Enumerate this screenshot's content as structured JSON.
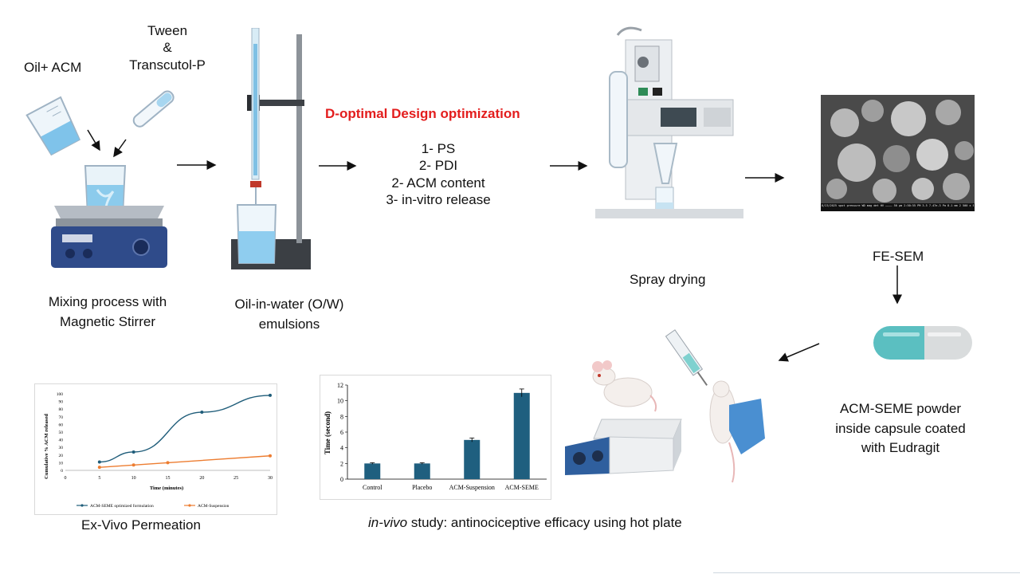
{
  "labels": {
    "oil_acm": "Oil+ ACM",
    "tween": "Tween",
    "amp": "&",
    "transcutol": "Transcutol-P",
    "mixing1": "Mixing process with",
    "mixing2": "Magnetic Stirrer",
    "emulsion1": "Oil-in-water (O/W)",
    "emulsion2": "emulsions",
    "doptimal": "D-optimal Design optimization",
    "resp1": "1- PS",
    "resp2": "2- PDI",
    "resp3": "2- ACM content",
    "resp4": "3- in-vitro release",
    "spray": "Spray drying",
    "fesem": "FE-SEM",
    "capsule1": "ACM-SEME powder",
    "capsule2": "inside capsule coated",
    "capsule3": "with Eudragit",
    "exvivo": "Ex-Vivo Permeation",
    "invivo_italic": "in-vivo",
    "invivo_rest": " study: antinociceptive efficacy  using hot plate",
    "sem_caption": "8/23/2025  spot  pressure  WD  mag  det  HV  ———— 50 μm   2:50:55 PM 3.5  7.47e-3 Pa 8.1 mm 2 500 x ETD 30.00 kV  Inspect F50-FEI Company"
  },
  "colors": {
    "accent_red": "#e31d1d",
    "series_blue": "#1f5d7a",
    "series_orange": "#ed7d31",
    "bar_fill": "#1f5f7f",
    "capsule_teal": "#5bbfc1",
    "capsule_gray": "#d9dcdd"
  },
  "chart_data": [
    {
      "type": "line",
      "xlabel": "Time (minutes)",
      "ylabel": "Cumulative % ACM released",
      "xlim": [
        0,
        30
      ],
      "ylim": [
        0,
        100
      ],
      "xticks": [
        0,
        5,
        10,
        15,
        20,
        25,
        30
      ],
      "yticks": [
        0,
        10,
        20,
        30,
        40,
        50,
        60,
        70,
        80,
        90,
        100
      ],
      "legend": "bottom",
      "series": [
        {
          "name": "ACM-SEME optimized formulation",
          "x": [
            5,
            10,
            20,
            30
          ],
          "y": [
            11,
            24,
            76,
            98
          ],
          "color": "#1f5d7a"
        },
        {
          "name": "ACM-Suspension",
          "x": [
            5,
            10,
            15,
            30
          ],
          "y": [
            4,
            7,
            10,
            19
          ],
          "color": "#ed7d31"
        }
      ]
    },
    {
      "type": "bar",
      "ylabel": "Time (second)",
      "ylim": [
        0,
        12
      ],
      "yticks": [
        0,
        2,
        4,
        6,
        8,
        10,
        12
      ],
      "categories": [
        "Control",
        "Placebo",
        "ACM-Suspension",
        "ACM-SEME"
      ],
      "values": [
        2,
        2,
        5,
        11
      ],
      "errors": [
        0.1,
        0.1,
        0.25,
        0.5
      ]
    }
  ]
}
